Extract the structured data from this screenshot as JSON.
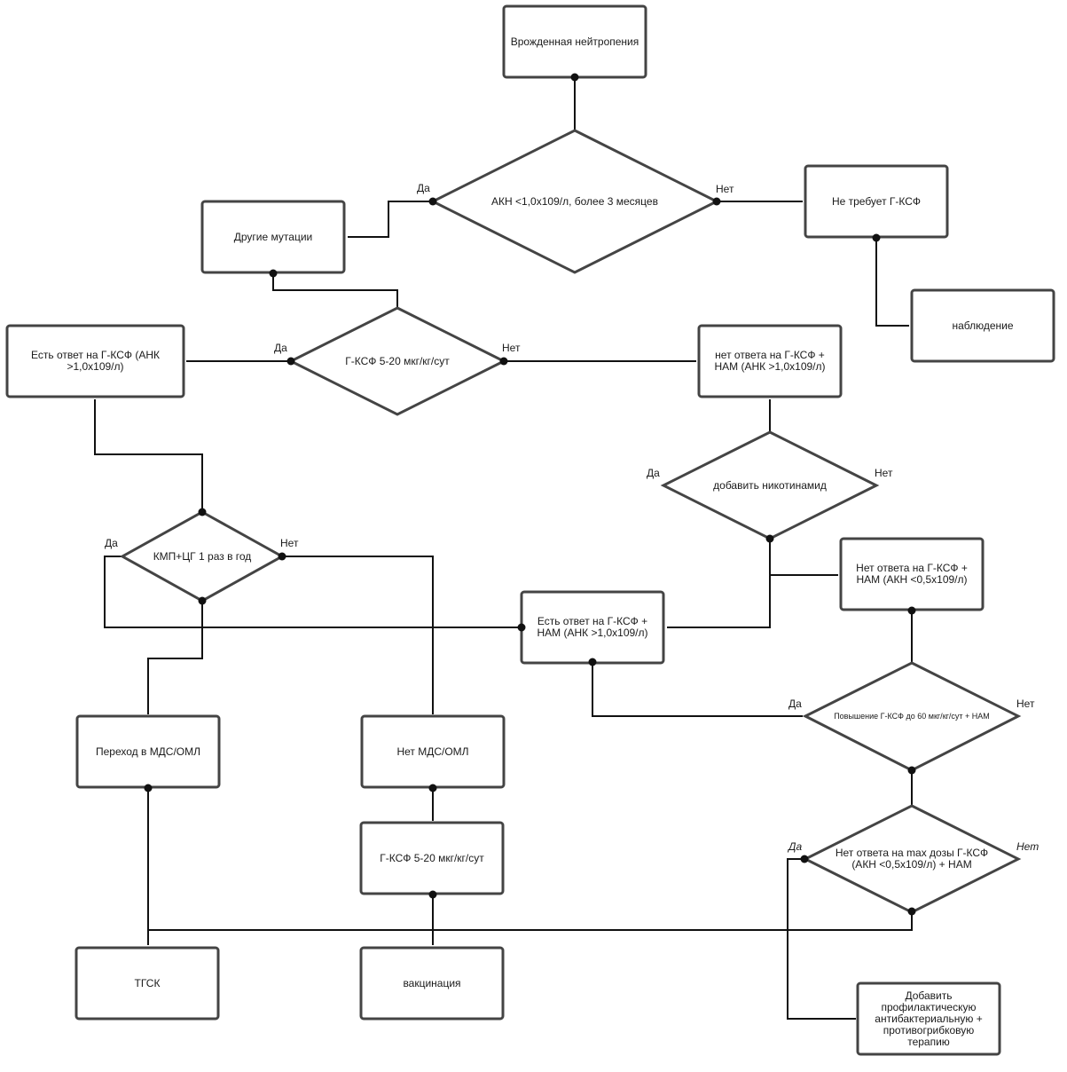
{
  "nodes": {
    "start": "Врожденная нейтропения",
    "d_akn": "АКН <1,0х109/л, более 3 месяцев",
    "other_mut": "Другие мутации",
    "no_gksf": "Не требует Г-КСФ",
    "observation": "наблюдение",
    "d_gksf": "Г-КСФ 5-20 мкг/кг/сут",
    "resp_gksf": "Есть ответ на Г-КСФ (АНК >1,0х109/л)",
    "no_resp_nam": "нет ответа на Г-КСФ + НАМ (АНК >1,0х109/л)",
    "d_nico": "добавить никотинамид",
    "d_kmp": "КМП+ЦГ 1 раз в год",
    "no_resp_nam2": "Нет ответа на Г-КСФ + НАМ (АКН <0,5х109/л)",
    "resp_nam": "Есть ответ на Г-КСФ + НАМ (АНК >1,0х109/л)",
    "d_raise": "Повышение Г-КСФ до 60 мкг/кг/сут + НАМ",
    "mds": "Переход в МДС/ОМЛ",
    "no_mds": "Нет МДС/ОМЛ",
    "gksf_box": "Г-КСФ 5-20 мкг/кг/сут",
    "d_max": "Нет ответа на max дозы Г-КСФ (АКН <0,5х109/л) + НАМ",
    "tgsk": "ТГСК",
    "vacc": "вакцинация",
    "prophyl": "Добавить профилактическую антибактериальную + противогрибковую терапию"
  },
  "edge_labels": {
    "akn_yes": "Да",
    "akn_no": "Нет",
    "gksf_yes": "Да",
    "gksf_no": "Нет",
    "nico_yes": "Да",
    "nico_no": "Нет",
    "kmp_yes": "Да",
    "kmp_no": "Нет",
    "raise_yes": "Да",
    "raise_no": "Нет",
    "max_yes": "Да",
    "max_no": "Нет"
  },
  "colors": {
    "shape_stroke": "#444444",
    "line": "#111111",
    "text": "#1a1a1a"
  }
}
